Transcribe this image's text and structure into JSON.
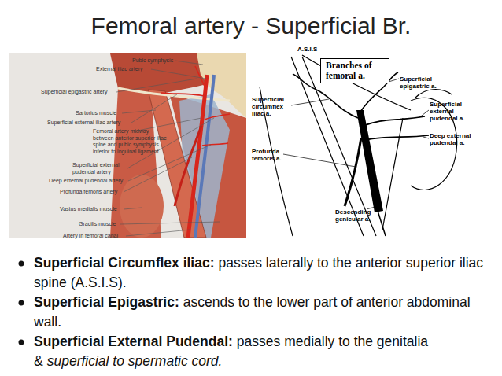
{
  "diagram": {
    "title": "Femoral artery - Superficial Br.",
    "nodes": [
      {
        "text": [
          "Branches of femoral a."
        ]
      }
    ],
    "labels": [
      "Pubic symphysis",
      "External iliac artery",
      "Superficial epigastric artery",
      "Sartorius muscle",
      "Superficial external iliac artery",
      "Femoral artery midway between anterior superior iliac spine and pubic symphysis inferior to inguinal ligament",
      "Superficial external pudendal artery",
      "Deep external pudendal artery",
      "Profunda femoris artery",
      "Vastus medialis muscle",
      "Gracilis muscle",
      "Artery in femoral canal",
      "A.S.I.S",
      "Superficial epigastric a.",
      "Superficial circumflex iliac a.",
      "Superficial external pudendal a.",
      "Deep external pudendal a.",
      "Profunda femoris a.",
      "Descending genicular a.",
      "Superficial Circumflex iliac:",
      "passes laterally to the anterior superior iliac spine (A.S.I.S).",
      "Superficial Epigastric:",
      "ascends to the lower part of anterior abdominal wall.",
      "Superficial External Pudendal:",
      "passes medially to the genitalia &",
      "superficial to spermatic cord."
    ]
  }
}
